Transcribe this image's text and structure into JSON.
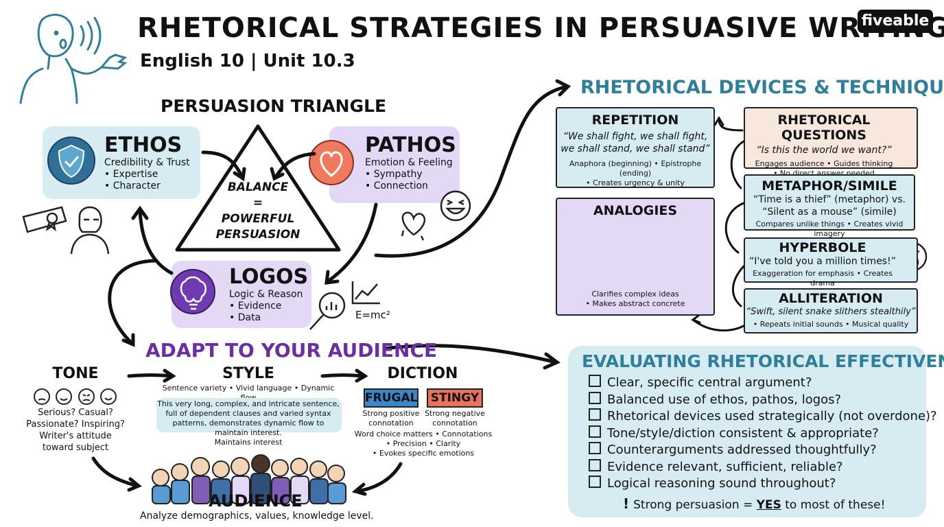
{
  "header": {
    "title": "RHETORICAL STRATEGIES IN PERSUASIVE WRITING",
    "subtitle": "English 10 | Unit 10.3",
    "logo": "fiveable"
  },
  "triangle": {
    "heading": "PERSUASION TRIANGLE",
    "center_line1": "BALANCE",
    "center_line2": "=",
    "center_line3": "POWERFUL",
    "center_line4": "PERSUASION",
    "ethos": {
      "title": "ETHOS",
      "line1": "Credibility & Trust",
      "line2": "• Expertise",
      "line3": "• Character",
      "icon": "shield-check-icon"
    },
    "pathos": {
      "title": "PATHOS",
      "line1": "Emotion & Feeling",
      "line2": "• Sympathy",
      "line3": "• Connection",
      "icon": "heart-icon"
    },
    "logos": {
      "title": "LOGOS",
      "line1": "Logic & Reason",
      "line2": "• Evidence",
      "line3": "• Data",
      "icon": "brain-icon",
      "formula": "E=mc²"
    }
  },
  "devices": {
    "heading": "RHETORICAL DEVICES & TECHNIQUES",
    "repetition": {
      "title": "REPETITION",
      "quote1": "“We shall fight, we shall fight,",
      "quote2": "we shall stand, we shall stand”",
      "note1": "Anaphora (beginning) • Epistrophe (ending)",
      "note2": "• Creates urgency & unity"
    },
    "questions": {
      "title": "RHETORICAL QUESTIONS",
      "quote": "“Is this the world we want?”",
      "note1": "Engages audience • Guides thinking",
      "note2": "• No direct answer needed"
    },
    "analogies": {
      "title": "ANALOGIES",
      "note1": "Clarifies complex ideas",
      "note2": "• Makes abstract concrete"
    },
    "metaphor": {
      "title": "METAPHOR/SIMILE",
      "quote1": "“Time is a thief” (metaphor) vs.",
      "quote2": "“Silent as a mouse” (simile)",
      "note": "Compares unlike things • Creates vivid imagery"
    },
    "hyperbole": {
      "title": "HYPERBOLE",
      "quote": "“I've told you a million times!”",
      "note": "Exaggeration for emphasis • Creates drama"
    },
    "alliteration": {
      "title": "ALLITERATION",
      "quote": "“Swift, silent snake slithers stealthily”",
      "note": "• Repeats initial sounds • Musical quality"
    }
  },
  "audience": {
    "heading": "ADAPT TO YOUR AUDIENCE",
    "tone": {
      "title": "TONE",
      "line1": "Serious? Casual?",
      "line2": "Passionate? Inspiring?",
      "line3": "Writer's attitude",
      "line4": "toward subject"
    },
    "style": {
      "title": "STYLE",
      "line1": "Sentence variety • Vivid language • Dynamic flow",
      "p1": "This very long, complex, and intricate sentence,",
      "p2": "full of dependent clauses and varied syntax",
      "p3": "patterns, demonstrates dynamic flow to",
      "p4": "maintain interest.",
      "p5": "Maintains interest"
    },
    "diction": {
      "title": "DICTION",
      "word1": "FRUGAL",
      "word2": "STINGY",
      "c1a": "Strong positive",
      "c1b": "connotation",
      "c2a": "Strong negative",
      "c2b": "connotation",
      "n1": "Word choice matters • Connotations",
      "n2": "• Precision • Clarity",
      "n3": "• Evokes specific emotions"
    },
    "crowd": {
      "title": "AUDIENCE",
      "note": "Analyze demographics, values, knowledge level."
    }
  },
  "evaluating": {
    "heading": "EVALUATING RHETORICAL EFFECTIVENESS",
    "items": [
      "Clear, specific central argument?",
      "Balanced use of ethos, pathos, logos?",
      "Rhetorical devices used strategically (not overdone)?",
      "Tone/style/diction consistent & appropriate?",
      "Counterarguments addressed thoughtfully?",
      "Evidence relevant, sufficient, reliable?",
      "Logical reasoning sound throughout?"
    ],
    "footer_pre": "Strong persuasion = ",
    "footer_yes": "YES",
    "footer_post": " to most of these!"
  },
  "colors": {
    "teal": "#2f7f9a",
    "purple": "#6a2fa0",
    "blue_box": "#d6ecf2",
    "purple_box": "#e3d8f6",
    "frugal": "#3b86c6",
    "stingy": "#e8715f"
  }
}
